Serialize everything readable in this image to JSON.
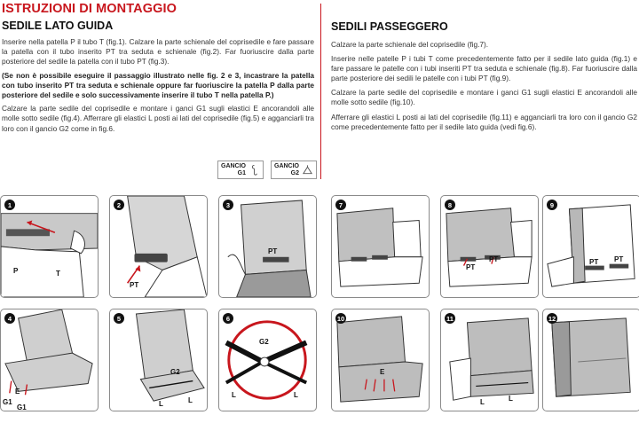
{
  "title": "ISTRUZIONI DI MONTAGGIO",
  "left": {
    "heading": "SEDILE LATO GUIDA",
    "p1": "Inserire nella patella P il tubo T (fig.1). Calzare la parte schienale del coprisedile e fare passare la patella con il tubo inserito PT tra seduta e schienale (fig.2). Far fuoriuscire dalla parte posteriore del sedile la patella con il tubo PT (fig.3).",
    "p2": "(Se non è possibile eseguire il passaggio illustrato nelle fig. 2 e 3, incastrare la patella con tubo inserito PT tra seduta e schienale oppure far fuoriuscire la patella P dalla parte posteriore del sedile e solo successivamente inserire il tubo T nella patella P.)",
    "p3": "Calzare la parte sedile del coprisedile e montare i ganci G1 sugli elastici E ancorandoli alle molle sotto sedile (fig.4). Afferrare gli elastici L posti ai lati del coprisedile (fig.5) e agganciarli tra loro con il gancio G2 come in fig.6."
  },
  "right": {
    "heading": "SEDILI PASSEGGERO",
    "p1": "Calzare la parte schienale del coprisedile (fig.7).",
    "p2": "Inserire nelle patelle P i tubi T come precedentemente fatto per il sedile lato guida (fig.1) e fare passare le patelle con i tubi inseriti PT tra seduta e schienale (fig.8). Far fuoriuscire dalla parte posteriore dei sedili le patelle con i tubi PT (fig.9).",
    "p3": "Calzare la parte sedile del coprisedile e montare i ganci G1 sugli elastici E ancorandoli alle molle sotto sedile (fig.10).",
    "p4": "Afferrare gli elastici L posti ai lati del coprisedile (fig.11) e agganciarli tra loro con il gancio G2 come precedentemente fatto per il sedile lato guida (vedi fig.6)."
  },
  "hooks": [
    {
      "line1": "GANCIO",
      "line2": "G1",
      "icon": "hook-g1-icon"
    },
    {
      "line1": "GANCIO",
      "line2": "G2",
      "icon": "hook-g2-icon"
    }
  ],
  "figures": {
    "f1": {
      "num": "1",
      "labels": [
        "P",
        "T"
      ]
    },
    "f2": {
      "num": "2",
      "labels": [
        "PT"
      ]
    },
    "f3": {
      "num": "3",
      "labels": [
        "PT"
      ]
    },
    "f4": {
      "num": "4",
      "labels": [
        "E",
        "G1",
        "G1"
      ]
    },
    "f5": {
      "num": "5",
      "labels": [
        "G2",
        "L",
        "L"
      ]
    },
    "f6": {
      "num": "6",
      "labels": [
        "G2",
        "L",
        "L"
      ]
    },
    "f7": {
      "num": "7",
      "labels": []
    },
    "f8": {
      "num": "8",
      "labels": [
        "PT",
        "PT"
      ]
    },
    "f9": {
      "num": "9",
      "labels": [
        "PT",
        "PT"
      ]
    },
    "f10": {
      "num": "10",
      "labels": [
        "E"
      ]
    },
    "f11": {
      "num": "11",
      "labels": [
        "L",
        "L"
      ]
    },
    "f12": {
      "num": "12",
      "labels": []
    }
  },
  "colors": {
    "accent": "#c8161d",
    "seat_fill": "#bdbdbd",
    "seat_line": "#333333"
  }
}
